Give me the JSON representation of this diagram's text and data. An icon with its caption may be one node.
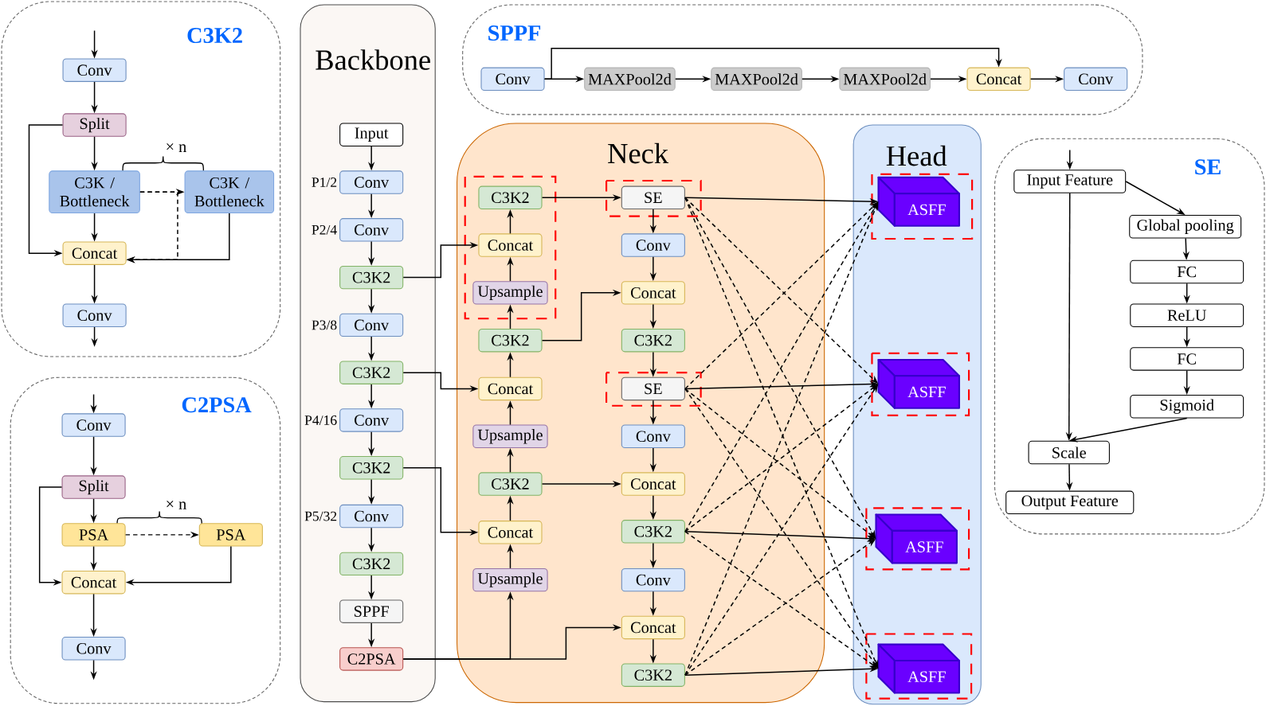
{
  "diagram": {
    "nodes": [
      {
        "text": [
          "C3K2"
        ]
      },
      {
        "text": [
          "Conv"
        ],
        "in": 0
      },
      {
        "text": [
          "Split"
        ],
        "in": 0
      },
      {
        "text": [
          "C3K / Bottleneck"
        ],
        "in": 0
      },
      {
        "text": [
          "C3K / Bottleneck"
        ],
        "in": 0
      },
      {
        "text": [
          "Concat"
        ],
        "in": 0
      },
      {
        "text": [
          "Conv"
        ],
        "in": 0
      },
      {
        "text": [
          "C2PSA"
        ]
      },
      {
        "text": [
          "Conv"
        ],
        "in": 7
      },
      {
        "text": [
          "Split"
        ],
        "in": 7
      },
      {
        "text": [
          "PSA"
        ],
        "in": 7
      },
      {
        "text": [
          "PSA"
        ],
        "in": 7
      },
      {
        "text": [
          "Concat"
        ],
        "in": 7
      },
      {
        "text": [
          "Conv"
        ],
        "in": 7
      },
      {
        "text": [
          "Backbone"
        ]
      },
      {
        "text": [
          "Input"
        ],
        "in": 14
      },
      {
        "text": [
          "Conv"
        ],
        "in": 14,
        "beside": [
          "P1/2"
        ]
      },
      {
        "text": [
          "Conv"
        ],
        "in": 14,
        "beside": [
          "P2/4"
        ]
      },
      {
        "text": [
          "C3K2"
        ],
        "in": 14
      },
      {
        "text": [
          "Conv"
        ],
        "in": 14,
        "beside": [
          "P3/8"
        ]
      },
      {
        "text": [
          "C3K2"
        ],
        "in": 14
      },
      {
        "text": [
          "Conv"
        ],
        "in": 14,
        "beside": [
          "P4/16"
        ]
      },
      {
        "text": [
          "C3K2"
        ],
        "in": 14
      },
      {
        "text": [
          "Conv"
        ],
        "in": 14,
        "beside": [
          "P5/32"
        ]
      },
      {
        "text": [
          "C3K2"
        ],
        "in": 14
      },
      {
        "text": [
          "SPPF"
        ],
        "in": 14
      },
      {
        "text": [
          "C2PSA"
        ],
        "in": 14
      },
      {
        "text": [
          "SPPF"
        ]
      },
      {
        "text": [
          "Conv"
        ],
        "in": 27
      },
      {
        "text": [
          "MAXPool2d"
        ],
        "in": 27
      },
      {
        "text": [
          "MAXPool2d"
        ],
        "in": 27
      },
      {
        "text": [
          "MAXPool2d"
        ],
        "in": 27
      },
      {
        "text": [
          "Concat"
        ],
        "in": 27
      },
      {
        "text": [
          "Conv"
        ],
        "in": 27
      },
      {
        "text": [
          "Neck"
        ]
      },
      {
        "text": [
          "C3K2"
        ],
        "in": 34
      },
      {
        "text": [
          "Concat"
        ],
        "in": 34
      },
      {
        "text": [
          "Upsample"
        ],
        "in": 34
      },
      {
        "text": [
          "C3K2"
        ],
        "in": 34
      },
      {
        "text": [
          "Concat"
        ],
        "in": 34
      },
      {
        "text": [
          "Upsample"
        ],
        "in": 34
      },
      {
        "text": [
          "C3K2"
        ],
        "in": 34
      },
      {
        "text": [
          "Concat"
        ],
        "in": 34
      },
      {
        "text": [
          "Upsample"
        ],
        "in": 34
      },
      {
        "text": [
          "SE"
        ],
        "in": 34
      },
      {
        "text": [
          "Conv"
        ],
        "in": 34
      },
      {
        "text": [
          "Concat"
        ],
        "in": 34
      },
      {
        "text": [
          "C3K2"
        ],
        "in": 34
      },
      {
        "text": [
          "SE"
        ],
        "in": 34
      },
      {
        "text": [
          "Conv"
        ],
        "in": 34
      },
      {
        "text": [
          "Concat"
        ],
        "in": 34
      },
      {
        "text": [
          "C3K2"
        ],
        "in": 34
      },
      {
        "text": [
          "Conv"
        ],
        "in": 34
      },
      {
        "text": [
          "Concat"
        ],
        "in": 34
      },
      {
        "text": [
          "C3K2"
        ],
        "in": 34
      },
      {
        "text": [
          "Head"
        ]
      },
      {
        "text": [
          "ASFF"
        ],
        "in": 55
      },
      {
        "text": [
          "ASFF"
        ],
        "in": 55
      },
      {
        "text": [
          "ASFF"
        ],
        "in": 55
      },
      {
        "text": [
          "ASFF"
        ],
        "in": 55
      },
      {
        "text": [
          "SE"
        ]
      },
      {
        "text": [
          "Input Feature"
        ],
        "in": 60
      },
      {
        "text": [
          "Global pooling"
        ],
        "in": 60
      },
      {
        "text": [
          "FC"
        ],
        "in": 60
      },
      {
        "text": [
          "ReLU"
        ],
        "in": 60
      },
      {
        "text": [
          "FC"
        ],
        "in": 60
      },
      {
        "text": [
          "Sigmoid"
        ],
        "in": 60
      },
      {
        "text": [
          "Scale"
        ],
        "in": 60
      },
      {
        "text": [
          "Output Feature"
        ],
        "in": 60
      }
    ],
    "edges": [
      {
        "from": null,
        "to": 1,
        "arrow": "to"
      },
      {
        "from": 1,
        "to": 2,
        "arrow": "to"
      },
      {
        "from": 2,
        "to": 3,
        "arrow": "to"
      },
      {
        "from": 2,
        "to": 5,
        "arrow": "to"
      },
      {
        "from": 3,
        "to": 5,
        "arrow": "to"
      },
      {
        "from": 3,
        "to": 4,
        "arrow": "to",
        "style": "dashed"
      },
      {
        "from": 3,
        "to": 5,
        "arrow": "to",
        "style": "dashed"
      },
      {
        "from": 4,
        "to": 5,
        "arrow": "to"
      },
      {
        "from": 5,
        "to": 6,
        "arrow": "to"
      },
      {
        "from": 6,
        "to": null,
        "arrow": "to"
      },
      {
        "from": null,
        "to": 8,
        "arrow": "to"
      },
      {
        "from": 8,
        "to": 9,
        "arrow": "to"
      },
      {
        "from": 9,
        "to": 10,
        "arrow": "to"
      },
      {
        "from": 9,
        "to": 12,
        "arrow": "to"
      },
      {
        "from": 10,
        "to": 12,
        "arrow": "to"
      },
      {
        "from": 10,
        "to": 11,
        "arrow": "to",
        "style": "dashed"
      },
      {
        "from": 11,
        "to": 12,
        "arrow": "to"
      },
      {
        "from": 12,
        "to": 13,
        "arrow": "to"
      },
      {
        "from": 13,
        "to": null,
        "arrow": "to"
      },
      {
        "from": 15,
        "to": 16,
        "arrow": "to"
      },
      {
        "from": 16,
        "to": 17,
        "arrow": "to"
      },
      {
        "from": 17,
        "to": 18,
        "arrow": "to"
      },
      {
        "from": 18,
        "to": 19,
        "arrow": "to"
      },
      {
        "from": 19,
        "to": 20,
        "arrow": "to"
      },
      {
        "from": 20,
        "to": 21,
        "arrow": "to"
      },
      {
        "from": 21,
        "to": 22,
        "arrow": "to"
      },
      {
        "from": 22,
        "to": 23,
        "arrow": "to"
      },
      {
        "from": 23,
        "to": 24,
        "arrow": "to"
      },
      {
        "from": 24,
        "to": 25,
        "arrow": "to"
      },
      {
        "from": 25,
        "to": 26,
        "arrow": "to"
      },
      {
        "from": 18,
        "to": 36,
        "arrow": "to"
      },
      {
        "from": 20,
        "to": 39,
        "arrow": "to"
      },
      {
        "from": 22,
        "to": 42,
        "arrow": "to"
      },
      {
        "from": 26,
        "to": 43,
        "arrow": "to"
      },
      {
        "from": 26,
        "to": 53,
        "arrow": "to"
      },
      {
        "from": 43,
        "to": 42,
        "arrow": "to"
      },
      {
        "from": 42,
        "to": 41,
        "arrow": "to"
      },
      {
        "from": 41,
        "to": 40,
        "arrow": "to"
      },
      {
        "from": 40,
        "to": 39,
        "arrow": "to"
      },
      {
        "from": 39,
        "to": 38,
        "arrow": "to"
      },
      {
        "from": 38,
        "to": 37,
        "arrow": "to"
      },
      {
        "from": 37,
        "to": 36,
        "arrow": "to"
      },
      {
        "from": 36,
        "to": 35,
        "arrow": "to"
      },
      {
        "from": 35,
        "to": 44,
        "arrow": "to"
      },
      {
        "from": 38,
        "to": 46,
        "arrow": "to"
      },
      {
        "from": 41,
        "to": 50,
        "arrow": "to"
      },
      {
        "from": 44,
        "to": 45,
        "arrow": "to"
      },
      {
        "from": 45,
        "to": 46,
        "arrow": "to"
      },
      {
        "from": 46,
        "to": 47,
        "arrow": "to"
      },
      {
        "from": 47,
        "to": 48,
        "arrow": "to"
      },
      {
        "from": 48,
        "to": 49,
        "arrow": "to"
      },
      {
        "from": 49,
        "to": 50,
        "arrow": "to"
      },
      {
        "from": 50,
        "to": 51,
        "arrow": "to"
      },
      {
        "from": 51,
        "to": 52,
        "arrow": "to"
      },
      {
        "from": 52,
        "to": 53,
        "arrow": "to"
      },
      {
        "from": 53,
        "to": 54,
        "arrow": "to"
      },
      {
        "from": 44,
        "to": 56,
        "arrow": "to"
      },
      {
        "from": 48,
        "to": 57,
        "arrow": "to"
      },
      {
        "from": 51,
        "to": 58,
        "arrow": "to"
      },
      {
        "from": 54,
        "to": 59,
        "arrow": "to"
      },
      {
        "from": 44,
        "to": 57,
        "arrow": "to",
        "style": "dashed"
      },
      {
        "from": 44,
        "to": 58,
        "arrow": "to",
        "style": "dashed"
      },
      {
        "from": 44,
        "to": 59,
        "arrow": "to",
        "style": "dashed"
      },
      {
        "from": 48,
        "to": 56,
        "arrow": "to",
        "style": "dashed"
      },
      {
        "from": 48,
        "to": 58,
        "arrow": "to",
        "style": "dashed"
      },
      {
        "from": 48,
        "to": 59,
        "arrow": "to",
        "style": "dashed"
      },
      {
        "from": 51,
        "to": 56,
        "arrow": "to",
        "style": "dashed"
      },
      {
        "from": 51,
        "to": 57,
        "arrow": "to",
        "style": "dashed"
      },
      {
        "from": 51,
        "to": 59,
        "arrow": "to",
        "style": "dashed"
      },
      {
        "from": 54,
        "to": 56,
        "arrow": "to",
        "style": "dashed"
      },
      {
        "from": 54,
        "to": 57,
        "arrow": "to",
        "style": "dashed"
      },
      {
        "from": 54,
        "to": 58,
        "arrow": "to",
        "style": "dashed"
      },
      {
        "from": 28,
        "to": 29,
        "arrow": "to"
      },
      {
        "from": 29,
        "to": 30,
        "arrow": "to"
      },
      {
        "from": 30,
        "to": 31,
        "arrow": "to"
      },
      {
        "from": 31,
        "to": 32,
        "arrow": "to"
      },
      {
        "from": 32,
        "to": 33,
        "arrow": "to"
      },
      {
        "from": 28,
        "to": 32,
        "arrow": "to"
      },
      {
        "from": null,
        "to": 61,
        "arrow": "to"
      },
      {
        "from": 61,
        "to": 62,
        "arrow": "to"
      },
      {
        "from": 62,
        "to": 63,
        "arrow": "to"
      },
      {
        "from": 63,
        "to": 64,
        "arrow": "to"
      },
      {
        "from": 64,
        "to": 65,
        "arrow": "to"
      },
      {
        "from": 65,
        "to": 66,
        "arrow": "to"
      },
      {
        "from": 66,
        "to": 67,
        "arrow": "to"
      },
      {
        "from": 61,
        "to": 67,
        "arrow": "to"
      },
      {
        "from": 67,
        "to": 68,
        "arrow": "to"
      }
    ],
    "labels": [
      "× n",
      "× n"
    ]
  }
}
